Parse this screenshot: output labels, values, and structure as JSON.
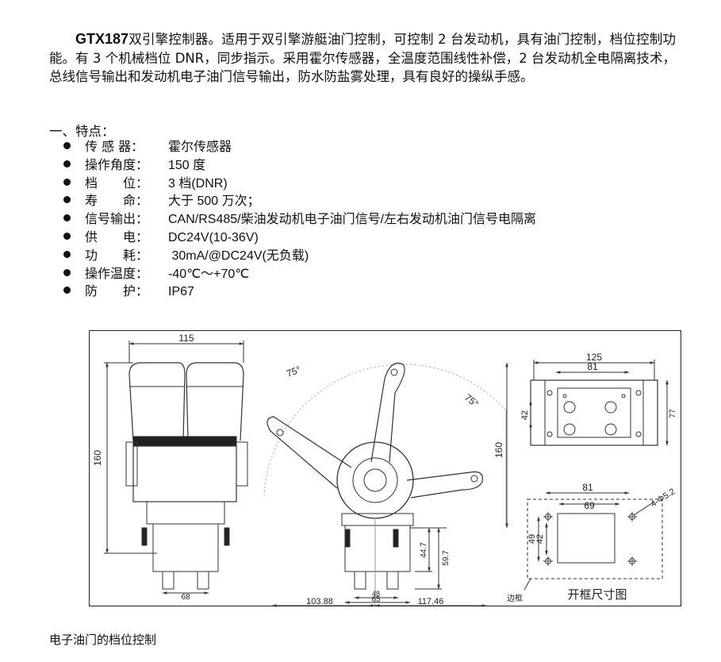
{
  "intro": {
    "product": "GTX187",
    "text": "双引擎控制器。适用于双引擎游艇油门控制，可控制 2 台发动机，具有油门控制，档位控制功能。有 3 个机械档位 DNR，同步指示。采用霍尔传感器，全温度范围线性补偿，2 台发动机全电隔离技术，总线信号输出和发动机电子油门信号输出，防水防盐雾处理，具有良好的操纵手感。"
  },
  "section_title": "一、特点：",
  "features": [
    {
      "label": "传 感 器：",
      "value": "霍尔传感器"
    },
    {
      "label": "操作角度：",
      "value": "150 度"
    },
    {
      "label": "档　　位：",
      "value": "3 档(DNR)"
    },
    {
      "label": "寿　　命：",
      "value": "大于 500 万次；"
    },
    {
      "label": "信号输出：",
      "value": "CAN/RS485/柴油发动机电子油门信号/左右发动机油门信号电隔离"
    },
    {
      "label": "供　　电：",
      "value": "DC24V(10-36V)"
    },
    {
      "label": "功　　耗：",
      "value": " 30mA/@DC24V(无负载)"
    },
    {
      "label": "操作温度：",
      "value": "-40℃～+70℃"
    },
    {
      "label": "防　　护：",
      "value": "IP67"
    }
  ],
  "drawing": {
    "front": {
      "width_top": "115",
      "height": "160",
      "width_bottom": "68"
    },
    "side": {
      "angle_left": "75°",
      "angle_right": "75°",
      "height": "160",
      "dim_a": "44.7",
      "dim_b": "59.7",
      "dim_c": "48",
      "dim_d": "65",
      "left": "103.88",
      "right": "117.46"
    },
    "top": {
      "width_outer": "125",
      "width_inner": "81",
      "height_inner": "42",
      "height_outer": "77"
    },
    "cutout": {
      "width_outer": "81",
      "width_inner": "69",
      "height_outer": "49",
      "height_inner": "42",
      "holes": "4-Φ5.2",
      "frame_label": "边框",
      "title": "开框尺寸图"
    }
  },
  "caption": "电子油门的档位控制"
}
